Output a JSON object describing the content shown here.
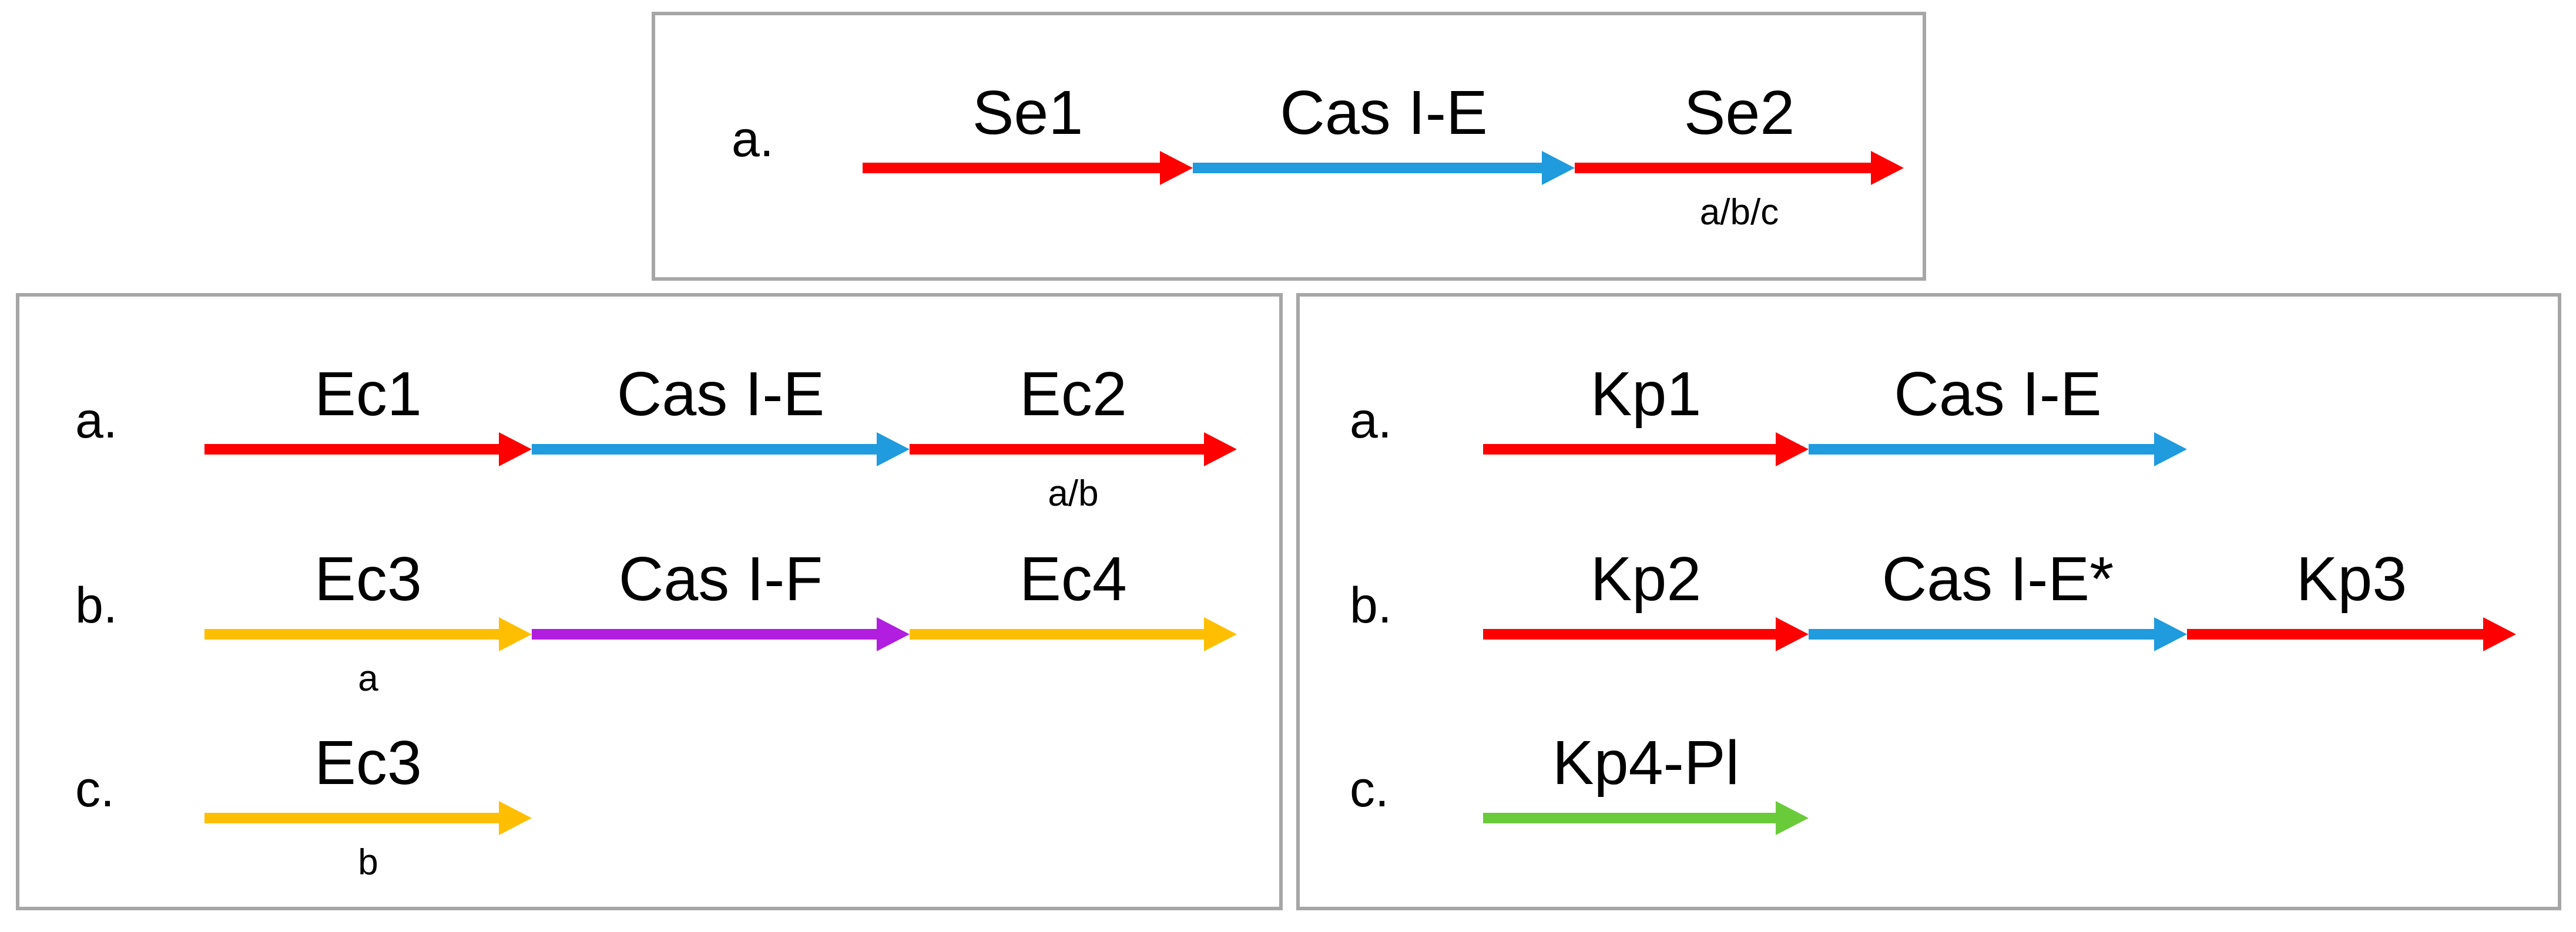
{
  "colors": {
    "red": "#ff0000",
    "blue": "#1f9bde",
    "yellow": "#ffbf00",
    "purple": "#b11ee0",
    "green": "#6acb3a",
    "border": "#a6a6a6"
  },
  "panels": {
    "top": {
      "rows": [
        {
          "label": "a.",
          "segments": [
            {
              "name": "Se1",
              "sub": "",
              "color": "red"
            },
            {
              "name": "Cas I-E",
              "sub": "",
              "color": "blue"
            },
            {
              "name": "Se2",
              "sub": "a/b/c",
              "color": "red"
            }
          ]
        }
      ]
    },
    "left": {
      "rows": [
        {
          "label": "a.",
          "segments": [
            {
              "name": "Ec1",
              "sub": "",
              "color": "red"
            },
            {
              "name": "Cas I-E",
              "sub": "",
              "color": "blue"
            },
            {
              "name": "Ec2",
              "sub": "a/b",
              "color": "red"
            }
          ]
        },
        {
          "label": "b.",
          "segments": [
            {
              "name": "Ec3",
              "sub": "a",
              "color": "yellow"
            },
            {
              "name": "Cas I-F",
              "sub": "",
              "color": "purple"
            },
            {
              "name": "Ec4",
              "sub": "",
              "color": "yellow"
            }
          ]
        },
        {
          "label": "c.",
          "segments": [
            {
              "name": "Ec3",
              "sub": "b",
              "color": "yellow"
            }
          ]
        }
      ]
    },
    "right": {
      "rows": [
        {
          "label": "a.",
          "segments": [
            {
              "name": "Kp1",
              "sub": "",
              "color": "red"
            },
            {
              "name": "Cas I-E",
              "sub": "",
              "color": "blue"
            }
          ]
        },
        {
          "label": "b.",
          "segments": [
            {
              "name": "Kp2",
              "sub": "",
              "color": "red"
            },
            {
              "name": "Cas I-E*",
              "sub": "",
              "color": "blue"
            },
            {
              "name": "Kp3",
              "sub": "",
              "color": "red"
            }
          ]
        },
        {
          "label": "c.",
          "segments": [
            {
              "name": "Kp4-Pl",
              "sub": "",
              "color": "green"
            }
          ]
        }
      ]
    }
  }
}
